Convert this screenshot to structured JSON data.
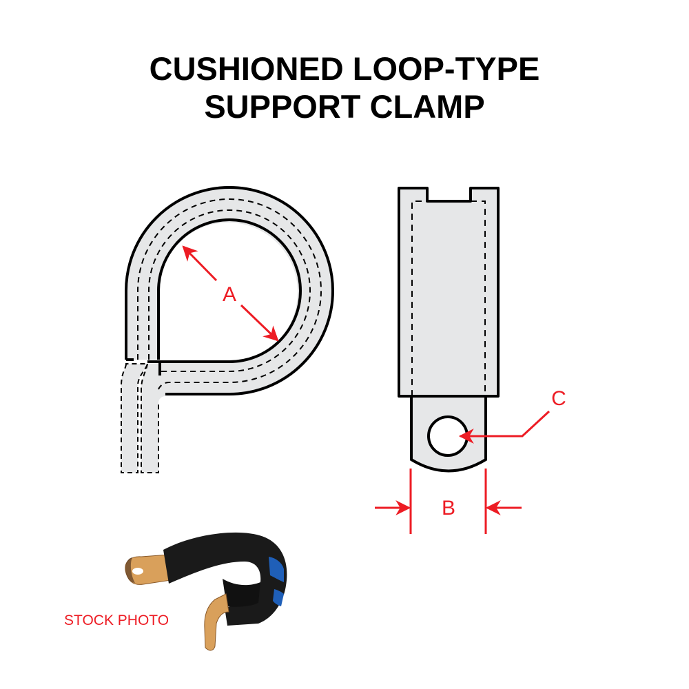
{
  "title": {
    "line1": "CUSHIONED LOOP-TYPE",
    "line2": "SUPPORT CLAMP"
  },
  "dimensions": {
    "a_label": "A",
    "b_label": "B",
    "c_label": "C"
  },
  "photo": {
    "caption": "STOCK PHOTO"
  },
  "colors": {
    "outline": "#000000",
    "fill": "#e6e7e8",
    "dimension": "#ed1c24",
    "rubber": "#1a1a1a",
    "rubber_stripe": "#1f5fb8",
    "metal": "#d9a05b"
  }
}
